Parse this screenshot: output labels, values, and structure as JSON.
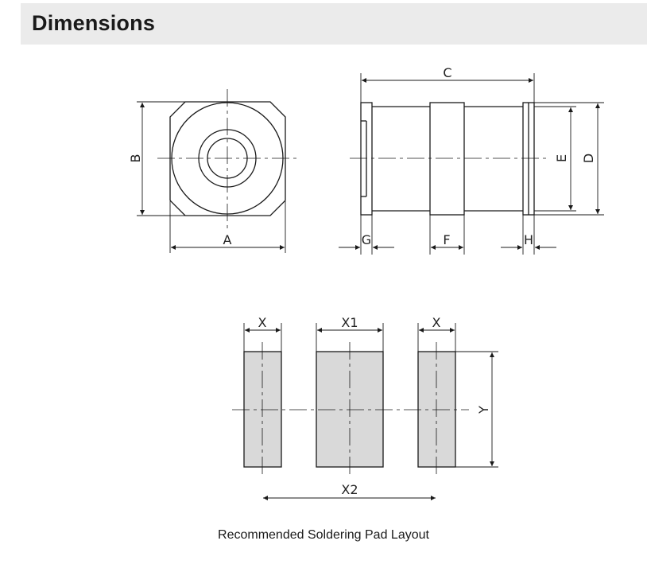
{
  "header": {
    "title": "Dimensions"
  },
  "diagram": {
    "labels": {
      "A": "A",
      "B": "B",
      "C": "C",
      "D": "D",
      "E": "E",
      "F": "F",
      "G": "G",
      "H": "H",
      "X_left": "X",
      "X_right": "X",
      "X1": "X1",
      "X2": "X2",
      "Y": "Y"
    },
    "colors": {
      "line": "#1a1a1a",
      "pad_fill": "#d9d9d9",
      "header_bg": "#ebebeb"
    }
  },
  "caption": "Recommended Soldering Pad Layout"
}
